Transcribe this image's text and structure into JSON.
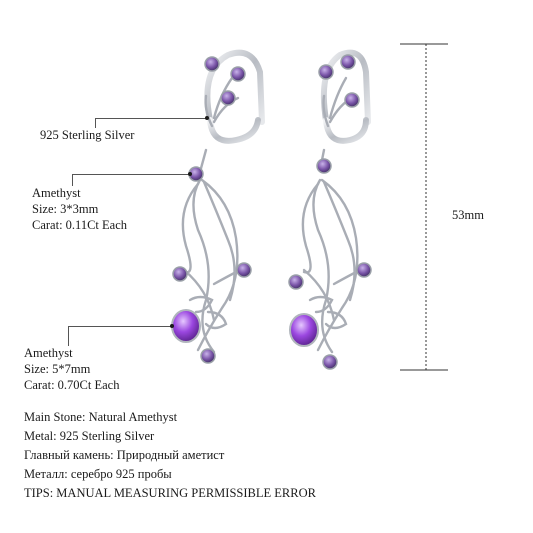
{
  "callouts": {
    "silver": "925 Sterling Silver",
    "small_stone": {
      "name": "Amethyst",
      "size": "Size: 3*3mm",
      "carat": "Carat: 0.11Ct Each"
    },
    "main_stone": {
      "name": "Amethyst",
      "size": "Size: 5*7mm",
      "carat": "Carat: 0.70Ct Each"
    }
  },
  "dimension": "53mm",
  "specs": [
    "Main Stone: Natural Amethyst",
    "Metal: 925 Sterling Silver",
    "Главный камень: Природный аметист",
    "Металл: серебро 925 пробы",
    "TIPS: MANUAL MEASURING PERMISSIBLE ERROR"
  ],
  "colors": {
    "silver": "#c9ccd1",
    "amethyst_small": "#7a55a8",
    "amethyst_main": "#8c3fd0"
  }
}
